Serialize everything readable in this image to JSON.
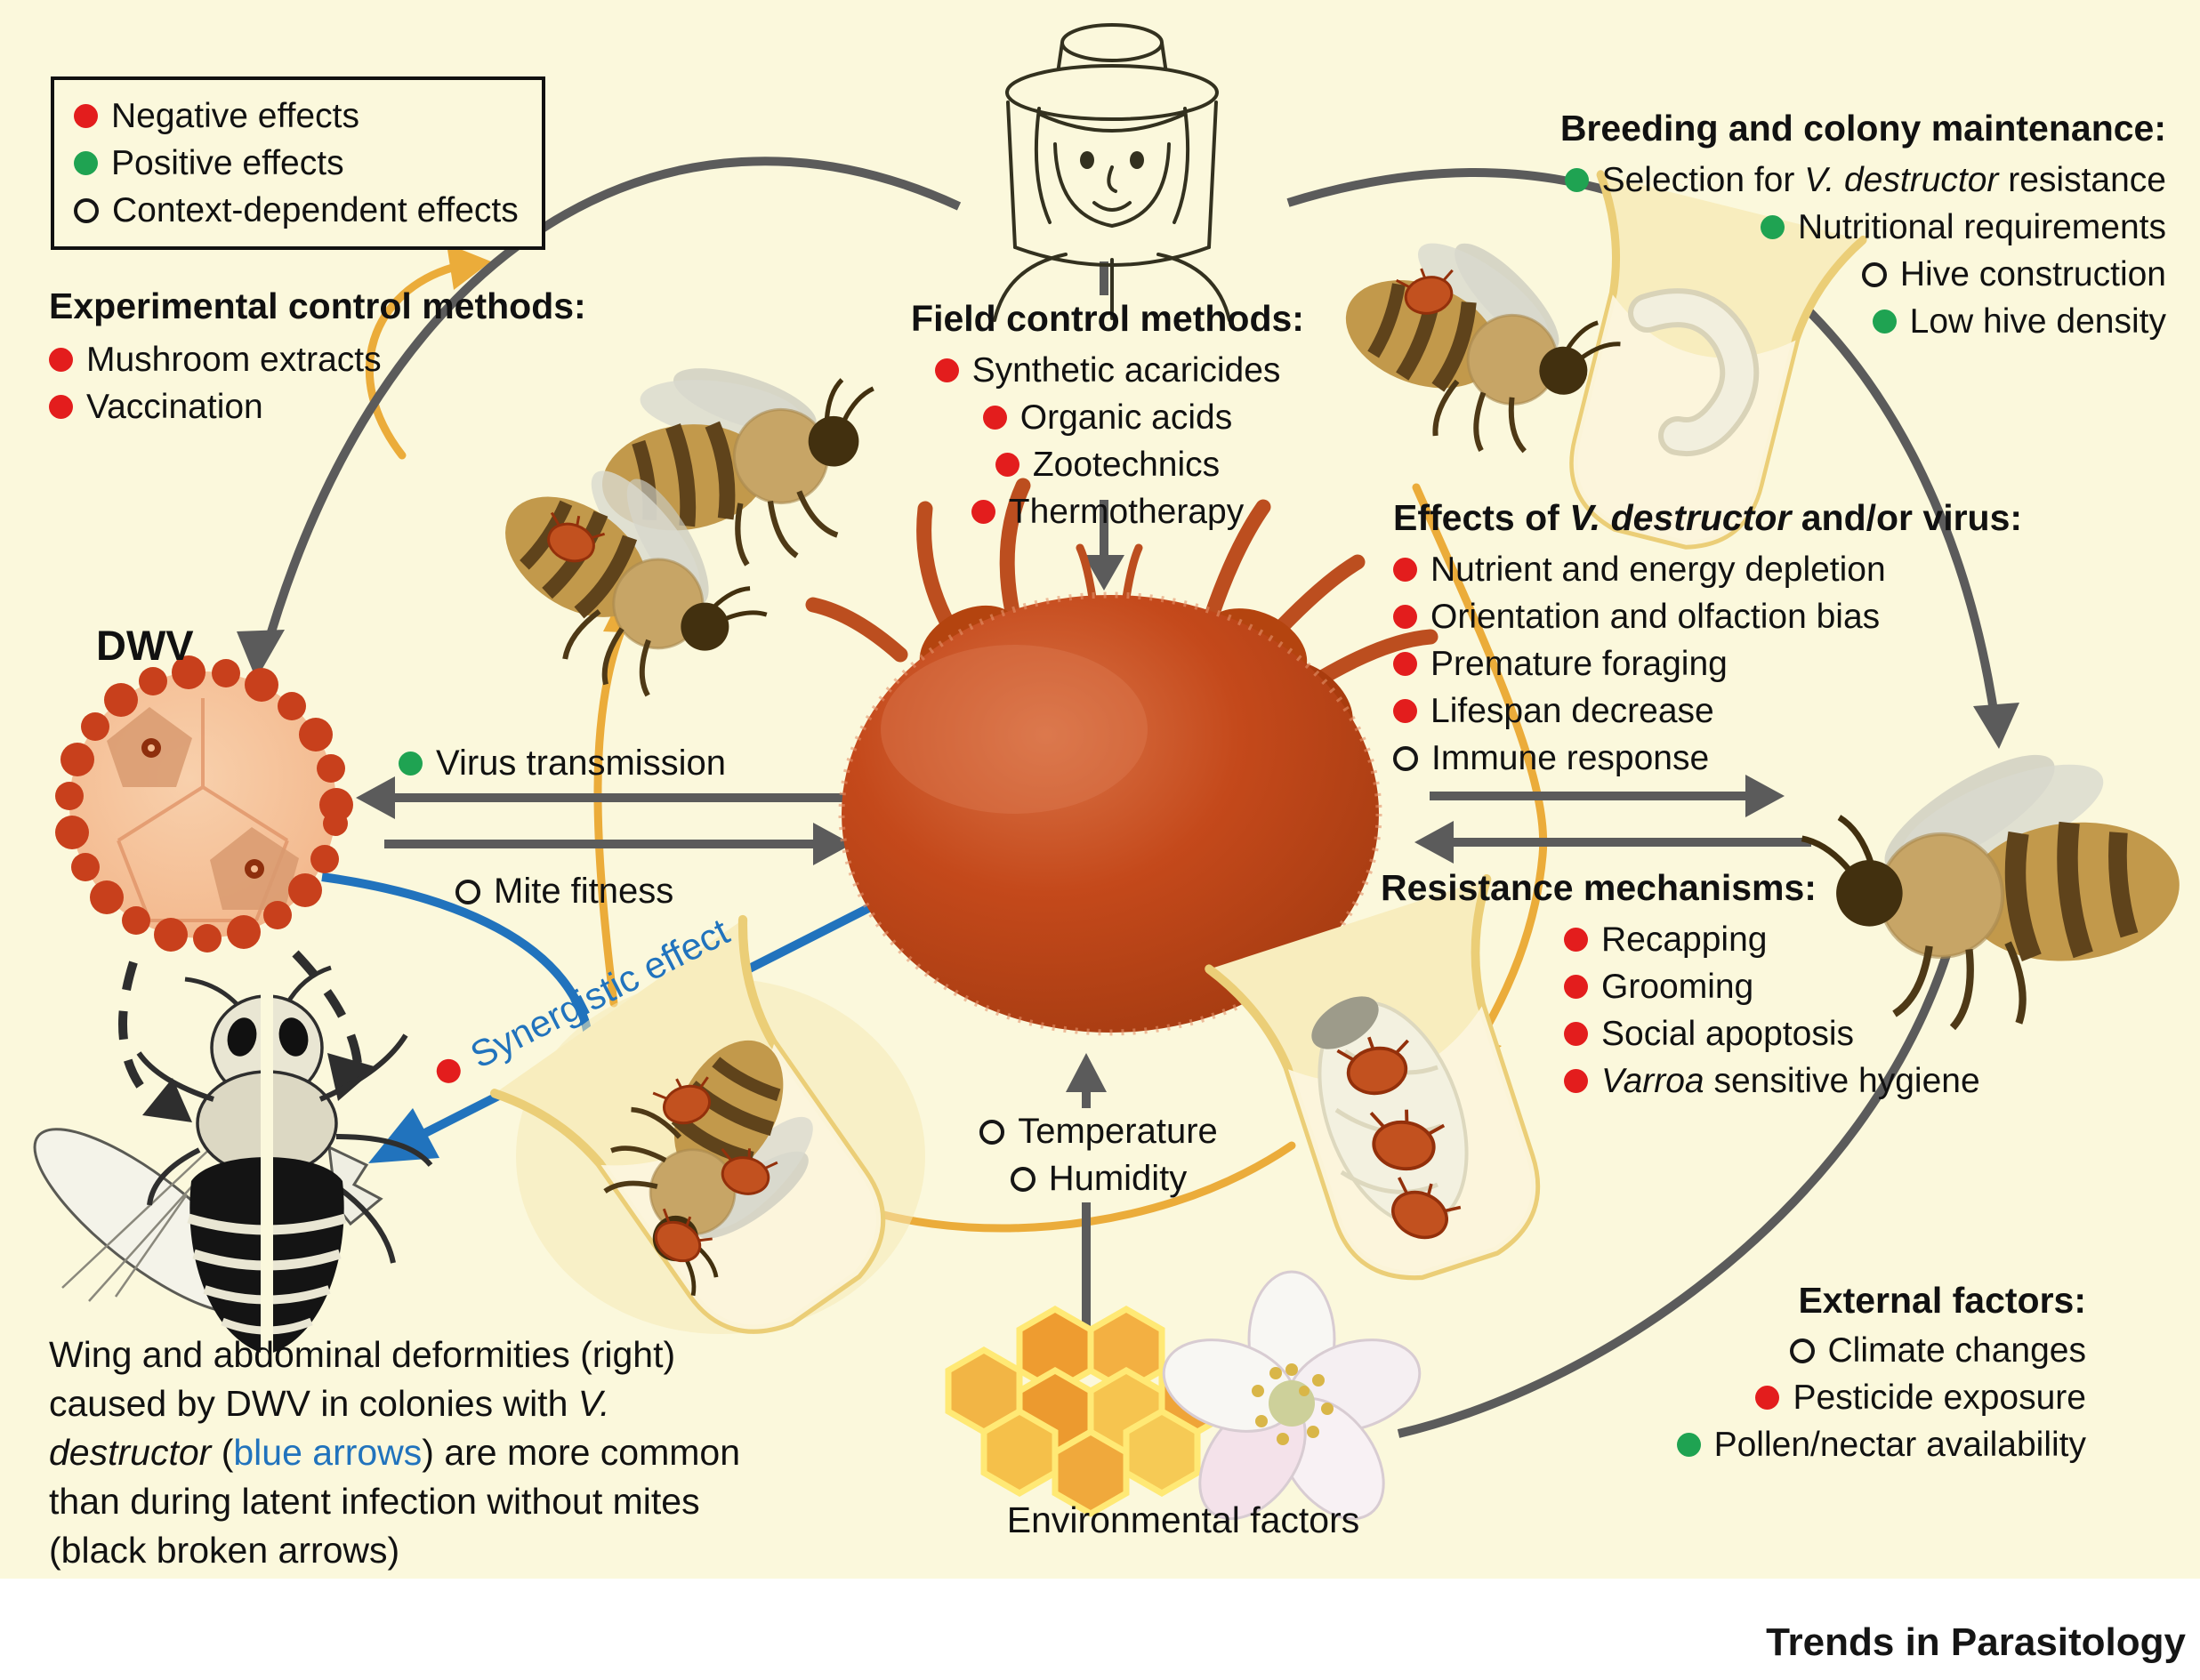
{
  "colors": {
    "background": "#FBF8DC",
    "negative_red": "#E31D1D",
    "positive_green": "#1FA352",
    "arrow_gray": "#5B5B5B",
    "arrow_yellow": "#EBAC3A",
    "arrow_blue": "#2173BD",
    "mite_body": "#BC4318",
    "virus_body": "#F6C096"
  },
  "legend": {
    "items": [
      {
        "marker": "red",
        "label": "Negative effects"
      },
      {
        "marker": "green",
        "label": "Positive effects"
      },
      {
        "marker": "open",
        "label": "Context-dependent effects"
      }
    ]
  },
  "experimental_control": {
    "title": "Experimental control methods:",
    "items": [
      {
        "marker": "red",
        "label": "Mushroom extracts"
      },
      {
        "marker": "red",
        "label": "Vaccination"
      }
    ]
  },
  "field_control": {
    "title": "Field control methods:",
    "items": [
      {
        "marker": "red",
        "label": "Synthetic acaricides"
      },
      {
        "marker": "red",
        "label": "Organic acids"
      },
      {
        "marker": "red",
        "label": "Zootechnics"
      },
      {
        "marker": "red",
        "label": "Thermotherapy"
      }
    ]
  },
  "breeding": {
    "title": "Breeding and colony maintenance:",
    "items": [
      {
        "marker": "green",
        "pre": "Selection for ",
        "it": "V. destructor",
        "post": " resistance"
      },
      {
        "marker": "green",
        "label": "Nutritional requirements"
      },
      {
        "marker": "open",
        "label": "Hive construction"
      },
      {
        "marker": "green",
        "label": "Low hive density"
      }
    ]
  },
  "effects": {
    "title_pre": "Effects of ",
    "title_it": "V. destructor",
    "title_post": " and/or virus:",
    "items": [
      {
        "marker": "red",
        "label": "Nutrient and energy depletion"
      },
      {
        "marker": "red",
        "label": "Orientation and olfaction bias"
      },
      {
        "marker": "red",
        "label": "Premature foraging"
      },
      {
        "marker": "red",
        "label": "Lifespan decrease"
      },
      {
        "marker": "open",
        "label": "Immune response"
      }
    ]
  },
  "resistance": {
    "title": "Resistance mechanisms:",
    "items": [
      {
        "marker": "red",
        "label": "Recapping"
      },
      {
        "marker": "red",
        "label": "Grooming"
      },
      {
        "marker": "red",
        "label": "Social apoptosis"
      },
      {
        "marker": "red",
        "it": "Varroa",
        "post": " sensitive hygiene"
      }
    ]
  },
  "external": {
    "title": "External factors:",
    "items": [
      {
        "marker": "open",
        "label": "Climate changes"
      },
      {
        "marker": "red",
        "label": "Pesticide exposure"
      },
      {
        "marker": "green",
        "label": "Pollen/nectar availability"
      }
    ]
  },
  "center_labels": {
    "dwv": "DWV",
    "virus_transmission": {
      "marker": "green",
      "label": "Virus transmission"
    },
    "mite_fitness": {
      "marker": "open",
      "label": "Mite fitness"
    },
    "synergistic": {
      "marker": "red",
      "label": "Synergistic effect"
    },
    "temperature": {
      "marker": "open",
      "label": "Temperature"
    },
    "humidity": {
      "marker": "open",
      "label": "Humidity"
    },
    "environmental": "Environmental factors"
  },
  "caption": {
    "p1": "Wing and abdominal deformities (right) caused by DWV in colonies with ",
    "it1": "V. destructor",
    "p2": " (",
    "blue": "blue arrows",
    "p3": ") are more common than during latent infection without mites (black broken arrows)"
  },
  "footer": {
    "journal": "Trends in Parasitology"
  }
}
